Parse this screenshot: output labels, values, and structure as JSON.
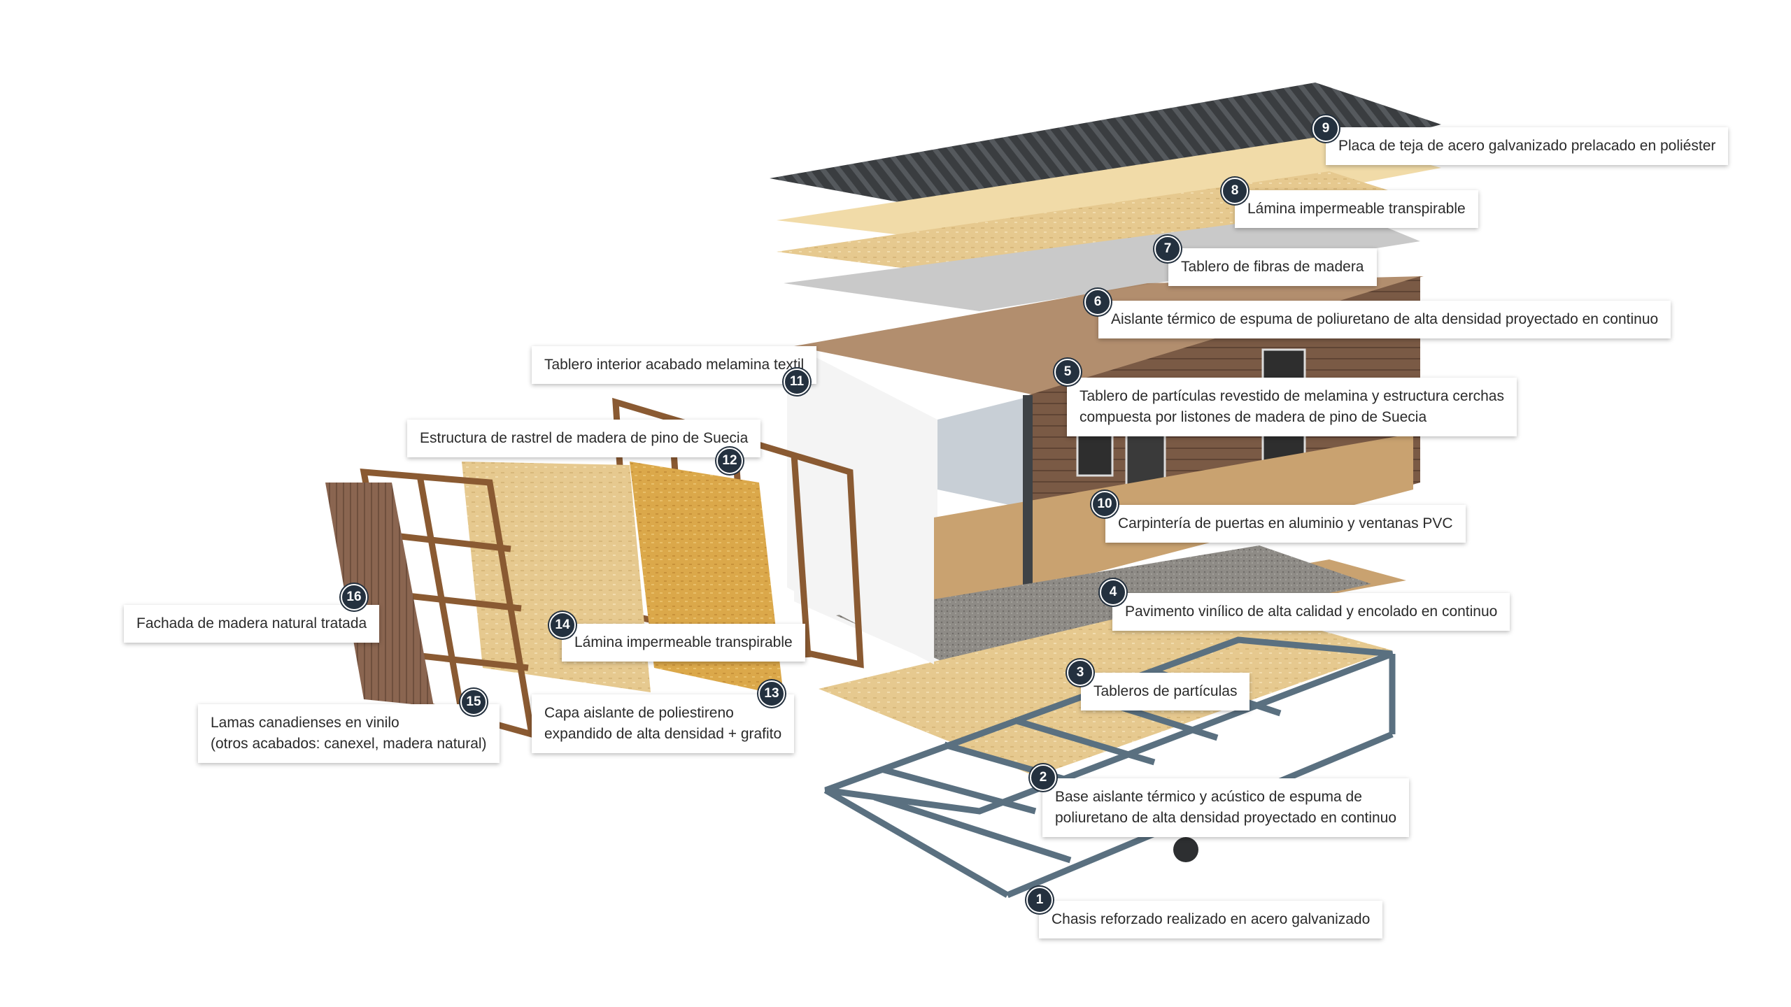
{
  "colors": {
    "badge": "#24313f",
    "roof_metal": "#3a3d40",
    "osb": "#e6c98f",
    "osb_dark": "#d9a74a",
    "wood_frame": "#8a5a32",
    "wall_cladding": "#7a5a45",
    "floor_wood": "#c9a270",
    "steel_chassis": "#5a7080",
    "insulation_grey": "#8e8b86"
  },
  "callouts": [
    {
      "number": "1",
      "lines": [
        "Chasis reforzado realizado en acero galvanizado"
      ]
    },
    {
      "number": "2",
      "lines": [
        "Base aislante térmico y acústico de espuma de",
        "poliuretano de alta densidad proyectado en continuo"
      ]
    },
    {
      "number": "3",
      "lines": [
        "Tableros de partículas"
      ]
    },
    {
      "number": "4",
      "lines": [
        "Pavimento vinílico de alta calidad y encolado en continuo"
      ]
    },
    {
      "number": "5",
      "lines": [
        "Tablero de partículas revestido de melamina y estructura cerchas",
        "compuesta por listones de madera de pino de Suecia"
      ]
    },
    {
      "number": "6",
      "lines": [
        "Aislante térmico de espuma de poliuretano de alta densidad proyectado en continuo"
      ]
    },
    {
      "number": "7",
      "lines": [
        "Tablero de fibras de madera"
      ]
    },
    {
      "number": "8",
      "lines": [
        "Lámina impermeable transpirable"
      ]
    },
    {
      "number": "9",
      "lines": [
        "Placa de teja de acero galvanizado prelacado en poliéster"
      ]
    },
    {
      "number": "10",
      "lines": [
        "Carpintería de puertas en aluminio y ventanas PVC"
      ]
    },
    {
      "number": "11",
      "lines": [
        "Tablero interior acabado melamina textil"
      ]
    },
    {
      "number": "12",
      "lines": [
        "Estructura de rastrel de madera de pino de Suecia"
      ]
    },
    {
      "number": "13",
      "lines": [
        "Capa aislante de poliestireno",
        "expandido de alta densidad + grafito"
      ]
    },
    {
      "number": "14",
      "lines": [
        "Lámina impermeable transpirable"
      ]
    },
    {
      "number": "15",
      "lines": [
        "Lamas canadienses en vinilo",
        "(otros acabados: canexel, madera natural)"
      ]
    },
    {
      "number": "16",
      "lines": [
        "Fachada de madera natural tratada"
      ]
    }
  ]
}
